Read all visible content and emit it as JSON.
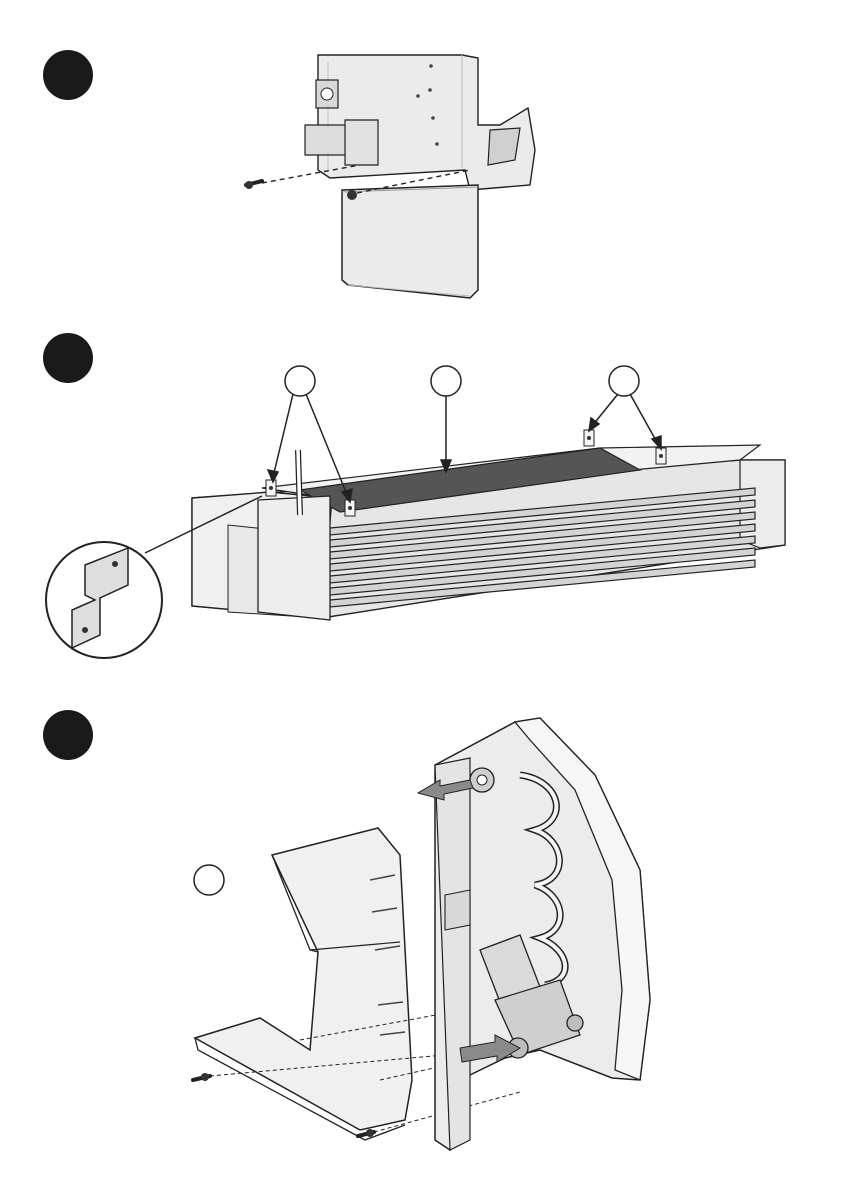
{
  "steps": [
    {
      "number": "",
      "figure": "end-bracket-screws"
    },
    {
      "number": "",
      "figure": "heater-body-brackets",
      "callouts": [
        "",
        "",
        ""
      ]
    },
    {
      "number": "",
      "figure": "side-cover-valve",
      "callouts": [
        ""
      ]
    }
  ],
  "colors": {
    "badge": "#1a1a1a",
    "line": "#222222",
    "part_fill": "#ebebeb",
    "shade": "#cfcfcf",
    "dark_part": "#555555",
    "arrow": "#8a8a8a"
  }
}
